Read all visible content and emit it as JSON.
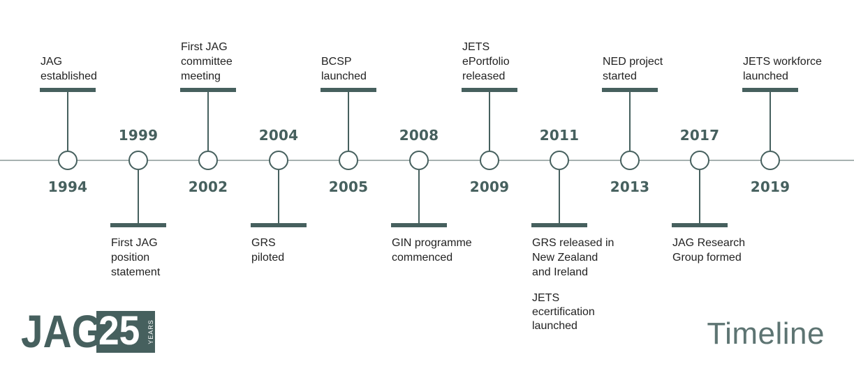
{
  "title": "Timeline",
  "logo": {
    "text": "JAG",
    "number": "25",
    "suffix": "YEARS"
  },
  "colors": {
    "accent": "#46605e",
    "axis": "#a7b2b1",
    "text": "#222222"
  },
  "events": [
    {
      "year": "1994",
      "label": "JAG\nestablished",
      "year_side": "below",
      "label_side": "above"
    },
    {
      "year": "1999",
      "label": "First JAG\nposition\nstatement",
      "year_side": "above",
      "label_side": "below"
    },
    {
      "year": "2002",
      "label": "First JAG\ncommittee\nmeeting",
      "year_side": "below",
      "label_side": "above"
    },
    {
      "year": "2004",
      "label": "GRS\npiloted",
      "year_side": "above",
      "label_side": "below"
    },
    {
      "year": "2005",
      "label": "BCSP\nlaunched",
      "year_side": "below",
      "label_side": "above"
    },
    {
      "year": "2008",
      "label": "GIN programme\ncommenced",
      "year_side": "above",
      "label_side": "below"
    },
    {
      "year": "2009",
      "label": "JETS\nePortfolio\nreleased",
      "year_side": "below",
      "label_side": "above"
    },
    {
      "year": "2011",
      "label": "GRS released in\nNew Zealand\nand Ireland",
      "extra": "JETS\necertification\nlaunched",
      "year_side": "above",
      "label_side": "below"
    },
    {
      "year": "2013",
      "label": "NED project\nstarted",
      "year_side": "below",
      "label_side": "above"
    },
    {
      "year": "2017",
      "label": "JAG Research\nGroup formed",
      "year_side": "above",
      "label_side": "below"
    },
    {
      "year": "2019",
      "label": "JETS workforce\nlaunched",
      "year_side": "below",
      "label_side": "above"
    }
  ]
}
